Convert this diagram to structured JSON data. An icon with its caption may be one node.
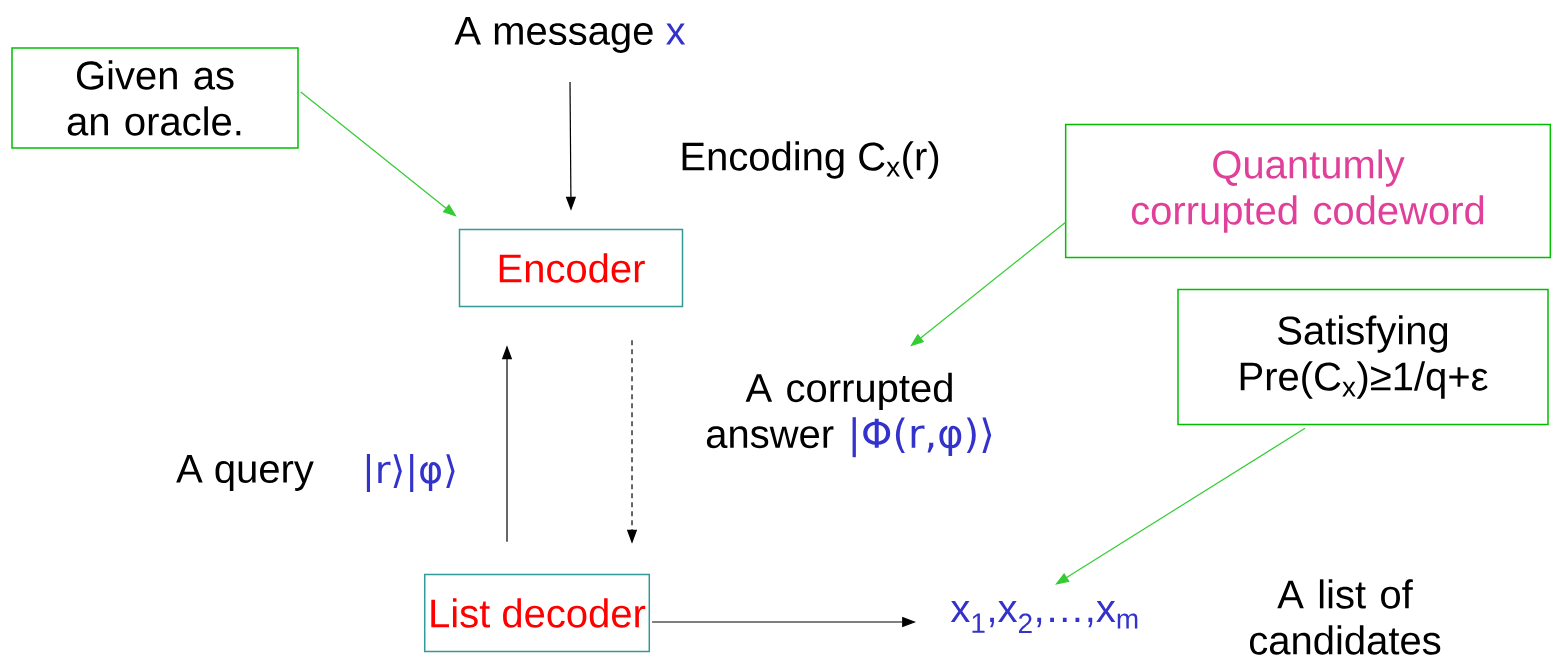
{
  "diagram": {
    "nodes": [
      {
        "text": [
          "Given as an oracle."
        ]
      },
      {
        "text": [
          "A message",
          "x"
        ]
      },
      {
        "text": [
          "Encoder"
        ]
      },
      {
        "text": [
          "Quantumly corrupted codeword"
        ]
      },
      {
        "text": [
          "Satisfying",
          "Pre(C$_{x}$)≥1/q+ε"
        ]
      },
      {
        "text": [
          "List decoder"
        ]
      },
      {
        "text": [
          "x$_{1}$,x$_{2}$,…,x$_{m}$"
        ]
      },
      {
        "text": [
          "A corrupted answer",
          "|Φ(r,φ)⟩"
        ]
      }
    ],
    "edges": [
      {
        "from": 0,
        "to": 2,
        "arrow": "to",
        "color": "#33cc33"
      },
      {
        "from": 1,
        "to": 2,
        "arrow": "to"
      },
      {
        "from": 5,
        "to": 2,
        "arrow": "to"
      },
      {
        "from": 2,
        "to": 5,
        "arrow": "to",
        "style": "dashed"
      },
      {
        "from": 3,
        "to": 7,
        "arrow": "to",
        "color": "#33cc33"
      },
      {
        "from": 4,
        "to": 6,
        "arrow": "to",
        "color": "#33cc33"
      },
      {
        "from": 5,
        "to": 6,
        "arrow": "to"
      }
    ],
    "labels": [
      "Encoding C$_{x}$(r)",
      "A query",
      "|r⟩|φ⟩",
      "A list of candidates"
    ]
  }
}
